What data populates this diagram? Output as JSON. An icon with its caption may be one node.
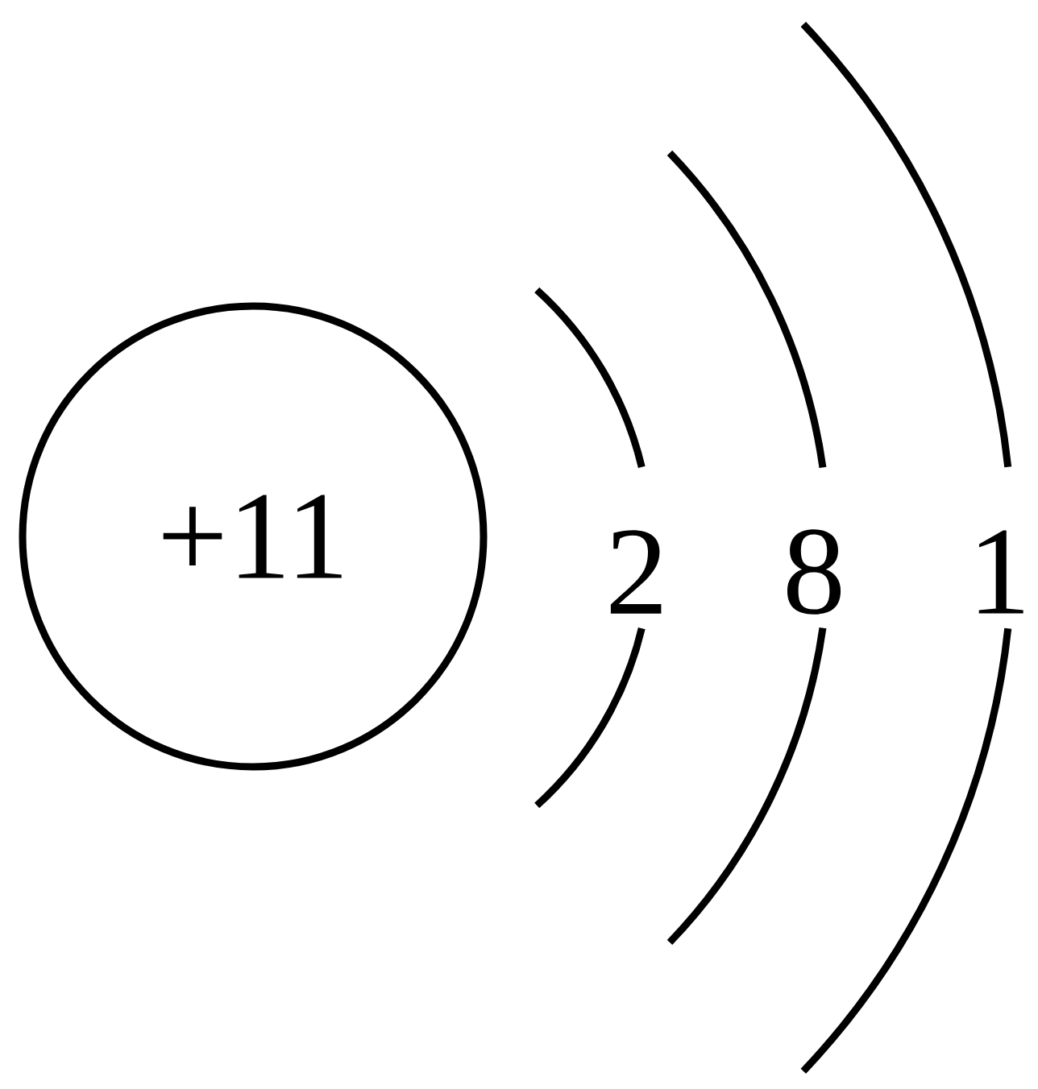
{
  "diagram": {
    "nodes": [
      {
        "text": [
          "+11"
        ]
      }
    ],
    "labels": [
      "2",
      "8",
      "1"
    ]
  }
}
